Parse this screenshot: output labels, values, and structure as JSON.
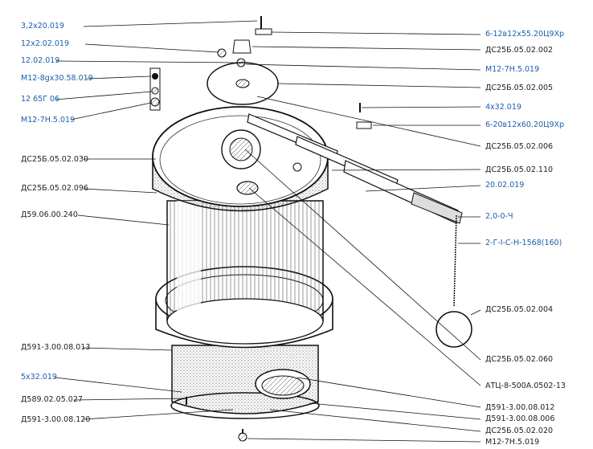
{
  "colors": {
    "link": "#1a5fa8",
    "text": "#222222",
    "line": "#111111"
  },
  "labels_left": [
    {
      "text": "3,2x20.019",
      "link": true
    },
    {
      "text": "12x2.02.019",
      "link": true
    },
    {
      "text": "12.02.019",
      "link": true
    },
    {
      "text": "М12-8gx30.58.019",
      "link": true
    },
    {
      "text": "12 65Г 06",
      "link": true
    },
    {
      "text": "М12-7Н.5.019",
      "link": true
    },
    {
      "text": "ДС25Б.05.02.030",
      "link": false
    },
    {
      "text": "ДС25Б.05.02.096",
      "link": false
    },
    {
      "text": "Д59.06.00.240",
      "link": false
    },
    {
      "text": "Д591-3.00.08.013",
      "link": false
    },
    {
      "text": "5x32.019",
      "link": true
    },
    {
      "text": "Д589.02.05.027",
      "link": false
    },
    {
      "text": "Д591-3.00.08.120",
      "link": false
    }
  ],
  "labels_right": [
    {
      "text": "6-12в12x55.20Ц9Хр",
      "link": true
    },
    {
      "text": "ДС25Б.05.02.002",
      "link": false
    },
    {
      "text": "М12-7Н.5.019",
      "link": true
    },
    {
      "text": "ДС25Б.05.02.005",
      "link": false
    },
    {
      "text": "4x32.019",
      "link": true
    },
    {
      "text": "6-20в12x60.20Ц9Хр",
      "link": true
    },
    {
      "text": "ДС25Б.05.02.006",
      "link": false
    },
    {
      "text": "ДС25Б.05.02.110",
      "link": false
    },
    {
      "text": "20.02.019",
      "link": true
    },
    {
      "text": "2,0-0-Ч",
      "link": true
    },
    {
      "text": "2-Г-I-С-Н-1568(160)",
      "link": true
    },
    {
      "text": "ДС25Б.05.02.004",
      "link": false
    },
    {
      "text": "ДС25Б.05.02.060",
      "link": false
    },
    {
      "text": "АТЦ-8-500А.0502-13",
      "link": false
    },
    {
      "text": "Д591-3.00.08.012",
      "link": false
    },
    {
      "text": "Д591-3.00.08.006",
      "link": false
    },
    {
      "text": "ДС25Б.05.02.020",
      "link": false
    },
    {
      "text": "М12-7Н.5.019",
      "link": false
    }
  ]
}
